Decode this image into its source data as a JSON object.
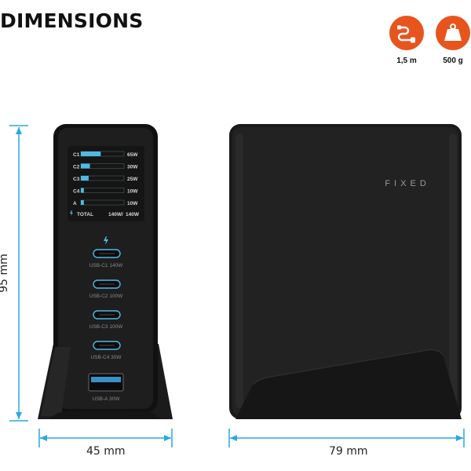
{
  "title": "DIMENSIONS",
  "specs": [
    {
      "icon": "cable-icon",
      "label": "1,5 m"
    },
    {
      "icon": "weight-icon",
      "label": "500 g"
    }
  ],
  "dimensions": {
    "height": "95 mm",
    "depth": "45 mm",
    "width": "79 mm"
  },
  "display": {
    "rows": [
      {
        "port": "C1",
        "value": "65W",
        "level": 0.46
      },
      {
        "port": "C2",
        "value": "30W",
        "level": 0.21
      },
      {
        "port": "C3",
        "value": "25W",
        "level": 0.18
      },
      {
        "port": "C4",
        "value": "10W",
        "level": 0.07
      },
      {
        "port": "A",
        "value": "10W",
        "level": 0.07
      }
    ],
    "total_label": "TOTAL",
    "total_value": "140W/",
    "total_max": "140W"
  },
  "ports": [
    {
      "label": "USB-C1 140W"
    },
    {
      "label": "USB-C2 100W"
    },
    {
      "label": "USB-C3 100W"
    },
    {
      "label": "USB-C4 30W"
    },
    {
      "label": "USB-A 30W"
    }
  ],
  "brand": "F I X E D",
  "colors": {
    "accent": "#e8541e",
    "dimension_line": "#29a9e1",
    "device": "#1c1c1c"
  }
}
